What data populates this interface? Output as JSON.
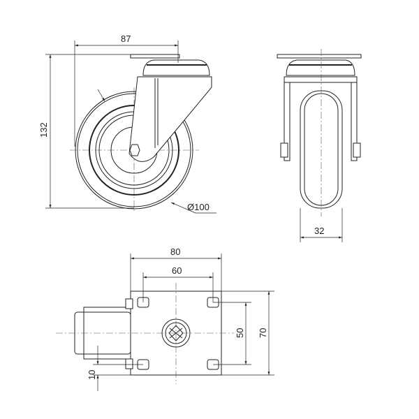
{
  "title": "Swivel castor technical drawing",
  "dimensions": {
    "overall_width": "87",
    "overall_height": "132",
    "wheel_diameter": "Ø100",
    "wheel_width": "32",
    "plate_width": "80",
    "hole_spacing_x": "60",
    "hole_spacing_y": "50",
    "plate_length": "70",
    "offset": "10"
  }
}
